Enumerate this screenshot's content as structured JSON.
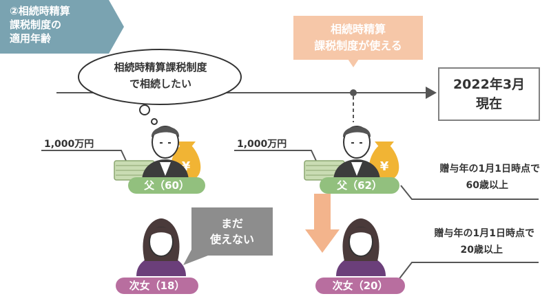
{
  "title": {
    "line1": "②相続時精算",
    "line2": "課税制度の",
    "line3": "適用年齢"
  },
  "thought": {
    "line1": "相続時精算課税制度",
    "line2": "で相続したい"
  },
  "callout": {
    "line1": "相続時精算",
    "line2": "課税制度が使える"
  },
  "now_box": {
    "line1": "2022年3月",
    "line2": "現在"
  },
  "left": {
    "amount": "1,000万円",
    "father_label": "父（60）",
    "daughter_label": "次女（18）",
    "speech_line1": "まだ",
    "speech_line2": "使えない"
  },
  "right": {
    "amount": "1,000万円",
    "father_label": "父（62）",
    "daughter_label": "次女（20）",
    "father_cond_line1": "贈与年の1月1日時点で",
    "father_cond_line2": "60歳以上",
    "daughter_cond_line1": "贈与年の1月1日時点で",
    "daughter_cond_line2": "20歳以上"
  },
  "colors": {
    "title_bg": "#7aa3b1",
    "callout": "#f6c7a8",
    "arrow": "#f3b48c",
    "father_pill": "#92c07e",
    "daughter_pill": "#b86e9f",
    "speech": "#8d8d8d",
    "line": "#555555"
  },
  "icons": [
    "man-icon",
    "woman-icon",
    "money-bag-icon",
    "cash-stack-icon",
    "yen-icon"
  ]
}
